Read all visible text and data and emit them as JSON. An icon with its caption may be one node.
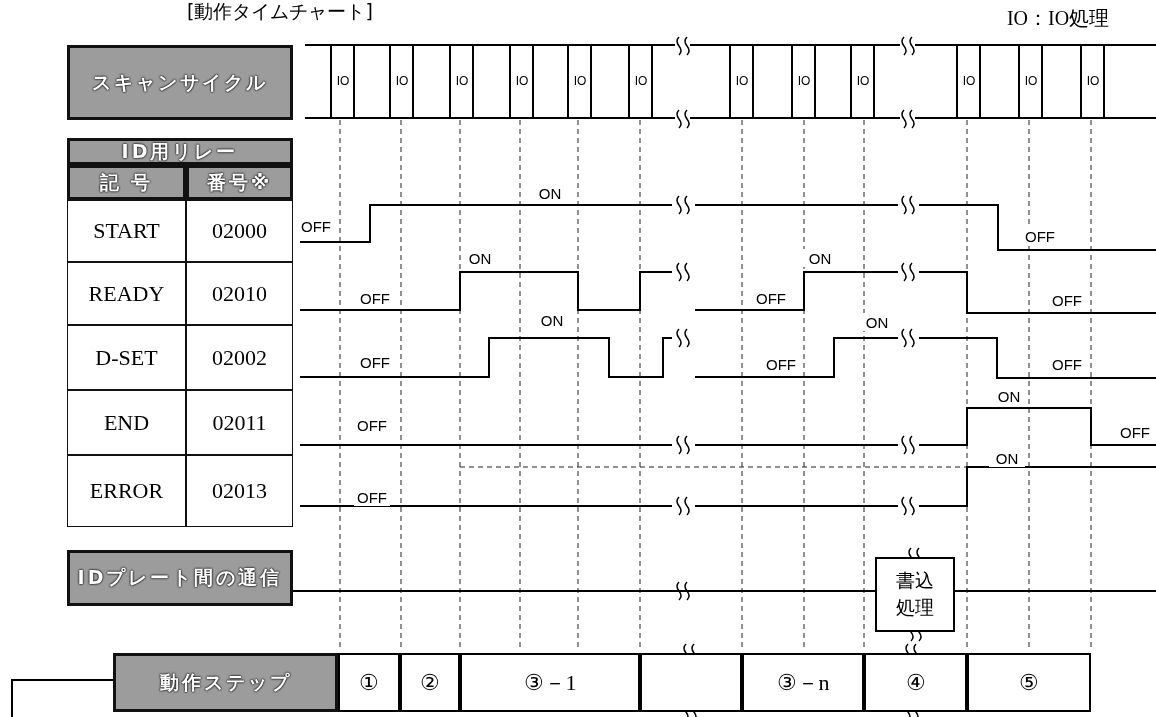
{
  "diagram": {
    "title": "[動作タイムチャート]",
    "nodes": [
      {
        "text": [
          "スキャンサイクル"
        ]
      },
      {
        "text": [
          "IDプレート間の通信"
        ]
      },
      {
        "text": [
          "書込処理"
        ]
      },
      {
        "text": [
          "動作ステップ"
        ]
      },
      {
        "text": [
          "①"
        ]
      },
      {
        "text": [
          "②"
        ]
      },
      {
        "text": [
          "③－1"
        ]
      },
      {
        "text": [],
        "shape": "box"
      },
      {
        "text": [
          "③－n"
        ]
      },
      {
        "text": [
          "④"
        ]
      },
      {
        "text": [
          "⑤"
        ]
      }
    ],
    "edges": [
      {
        "from": 1,
        "to": 2,
        "arrow": "none"
      },
      {
        "from": 2,
        "to": null,
        "arrow": "none"
      },
      {
        "from": 3,
        "to": null,
        "arrow": "none"
      }
    ],
    "labels": [
      "IO：IO処理",
      "IO",
      "IO",
      "IO",
      "IO",
      "IO",
      "IO",
      "IO",
      "IO",
      "IO",
      "IO",
      "IO",
      "IO",
      "ID用リレー",
      "記 号",
      "番号※",
      "START",
      "02000",
      "READY",
      "02010",
      "D-SET",
      "02002",
      "END",
      "02011",
      "ERROR",
      "02013",
      "OFF",
      "ON",
      "OFF",
      "ON",
      "OFF",
      "OFF",
      "ON",
      "OFF",
      "ON",
      "OFF",
      "OFF",
      "ON",
      "OFF",
      "OFF",
      "ON",
      "OFF",
      "OFF",
      "ON"
    ]
  }
}
